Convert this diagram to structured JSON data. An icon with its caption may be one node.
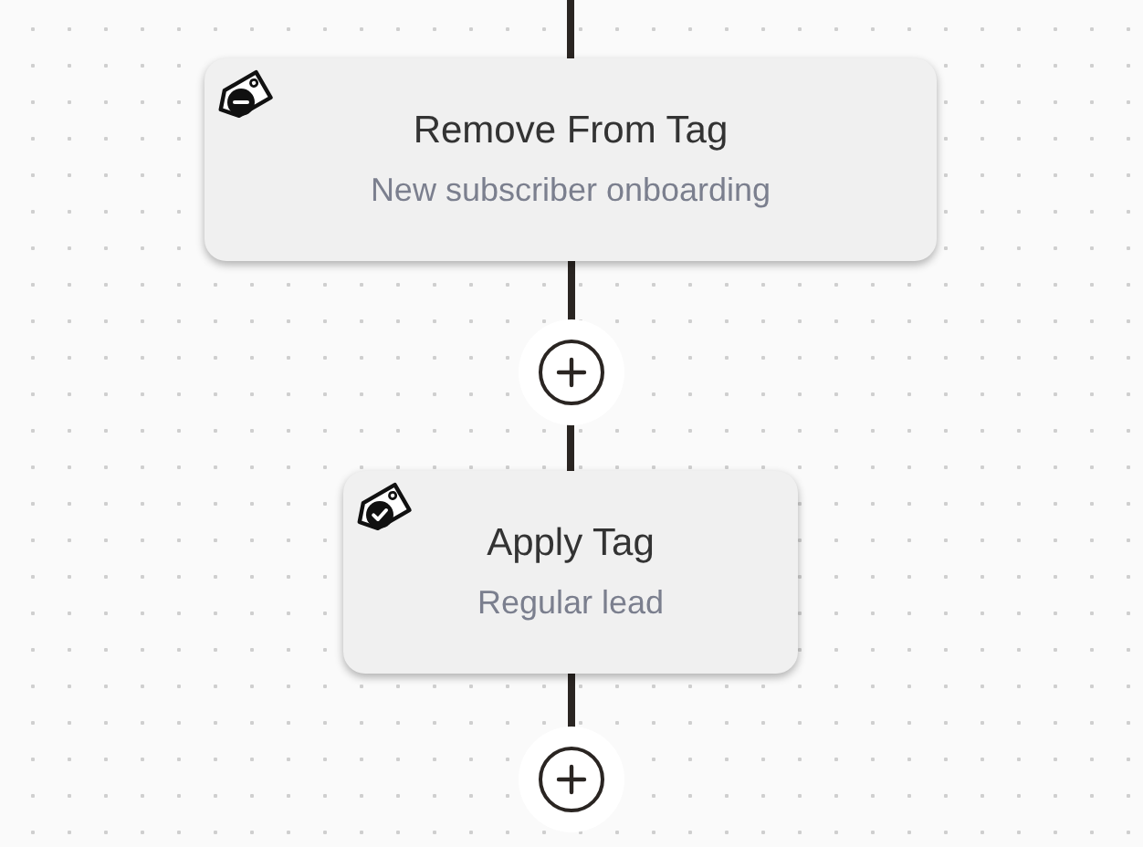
{
  "diagram": {
    "nodes": [
      {
        "text": [
          "Remove From Tag",
          "New subscriber onboarding"
        ]
      },
      {
        "text": [],
        "shape": "circle"
      },
      {
        "text": [
          "Apply Tag",
          "Regular lead"
        ]
      },
      {
        "text": [],
        "shape": "circle"
      }
    ],
    "edges": [
      {
        "from": null,
        "to": 0,
        "arrow": "none"
      },
      {
        "from": 0,
        "to": 1,
        "arrow": "none"
      },
      {
        "from": 1,
        "to": 2,
        "arrow": "none"
      },
      {
        "from": 2,
        "to": 3,
        "arrow": "none"
      }
    ]
  }
}
